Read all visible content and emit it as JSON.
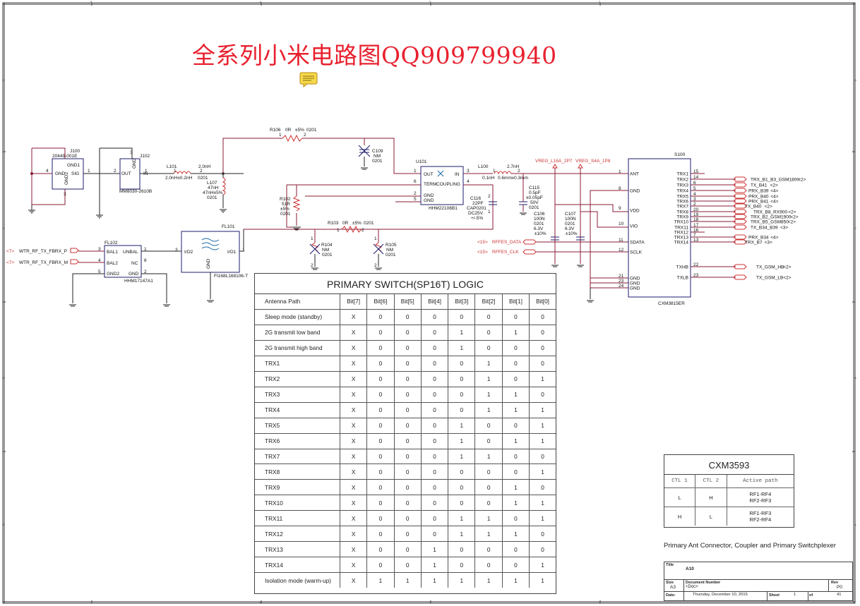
{
  "watermark": "全系列小米电路图QQ909799940",
  "frame": {
    "top_labels": [
      "5",
      "4",
      "3",
      "2"
    ],
    "side_labels": [
      "D",
      "C",
      "B",
      "A"
    ]
  },
  "components": {
    "j100": {
      "ref": "J100",
      "part": "20449-001E",
      "pins": [
        "GND",
        "SIG",
        "GND1"
      ],
      "nums": [
        "4",
        "1",
        "3"
      ]
    },
    "j102": {
      "ref": "J102",
      "part": "MM8030-2610B",
      "pins": [
        "OUT",
        "IN",
        "GND"
      ],
      "nums": [
        "2",
        "1",
        "3"
      ]
    },
    "l101": {
      "ref": "L101",
      "v1": "2.0nH±0.2nH",
      "v2": "0201",
      "nums": [
        "1",
        "2"
      ]
    },
    "l107": {
      "ref": "L107",
      "v1": "47nH",
      "v2": "47nH±5%",
      "v3": "0201",
      "top": "2.0nH"
    },
    "r106": {
      "ref": "R106",
      "v1": "0R",
      "v2": "±5%",
      "v3": "0201",
      "nums": [
        "1",
        "2"
      ]
    },
    "c109": {
      "ref": "C109",
      "v1": "NM",
      "v2": "0201"
    },
    "u101": {
      "ref": "U101",
      "part": "HHM22106B1",
      "pins": [
        "OUT",
        "IN",
        "TERM",
        "COUPLING",
        "GND",
        "GND"
      ],
      "nums": [
        "1",
        "3",
        "6",
        "4",
        "2",
        "5"
      ]
    },
    "l100": {
      "ref": "L100",
      "v1": "0.1nH",
      "top": "2.7nH",
      "v2": "0.6mmx0.3mm",
      "nums": [
        "1",
        "2"
      ]
    },
    "r102": {
      "ref": "R102",
      "v1": "51R",
      "v2": "±5%",
      "v3": "0201"
    },
    "c116": {
      "ref": "C116",
      "v1": "22PF",
      "v2": "CAP0201",
      "v3": "DC25V",
      "v4": "+/-5%",
      "nums": [
        "1",
        "2"
      ]
    },
    "r103": {
      "ref": "R103",
      "v1": "0R",
      "v2": "±5%",
      "v3": "0201",
      "nums": [
        "1",
        "2"
      ]
    },
    "r104": {
      "ref": "R104",
      "v1": "NM",
      "v2": "0201",
      "nums": [
        "1",
        "2"
      ]
    },
    "r105": {
      "ref": "R105",
      "v1": "NM",
      "v2": "0201",
      "nums": [
        "1",
        "2"
      ]
    },
    "fl101": {
      "ref": "FL101",
      "part": "FI168L168106-T",
      "pins": [
        "I/O2",
        "I/O1",
        "GND"
      ],
      "nums": [
        "3",
        "1",
        "2"
      ]
    },
    "fl102": {
      "ref": "FL102",
      "part": "HHM17147A1",
      "pins": [
        "BAL1",
        "BAL2",
        "GND2",
        "UNBAL",
        "NC",
        "GND"
      ],
      "nums": [
        "3",
        "4",
        "5",
        "1",
        "6",
        "2"
      ]
    },
    "c115": {
      "ref": "C115",
      "v1": "0.5pF",
      "v2": "±0.05pF",
      "v3": "50V",
      "v4": "0201"
    },
    "c106": {
      "ref": "C106",
      "v1": "100N",
      "v2": "0201",
      "v3": "6.3V",
      "v4": "±10%"
    },
    "c107": {
      "ref": "C107",
      "v1": "100N",
      "v2": "0201",
      "v3": "6.3V",
      "v4": "±10%"
    },
    "s100": {
      "ref": "S100",
      "part": "CXM3815ER",
      "left_pins": [
        {
          "name": "ANT",
          "num": "1"
        },
        {
          "name": "GND",
          "num": "8"
        },
        {
          "name": "VDD",
          "num": "9"
        },
        {
          "name": "VIO",
          "num": "10"
        },
        {
          "name": "SDATA",
          "num": "11"
        },
        {
          "name": "SCLK",
          "num": "12"
        },
        {
          "name": "GND",
          "num": "21"
        },
        {
          "name": "GND",
          "num": "23"
        },
        {
          "name": "GND",
          "num": "24"
        }
      ],
      "right_pins": [
        {
          "name": "TRX1",
          "num": "15"
        },
        {
          "name": "TRX2",
          "num": "14"
        },
        {
          "name": "TRX3",
          "num": "6"
        },
        {
          "name": "TRX4",
          "num": "5"
        },
        {
          "name": "TRX5",
          "num": "4"
        },
        {
          "name": "TRX6",
          "num": "3"
        },
        {
          "name": "TRX7",
          "num": "2"
        },
        {
          "name": "TRX8",
          "num": "20"
        },
        {
          "name": "TRX9",
          "num": "19"
        },
        {
          "name": "TRX10",
          "num": "18"
        },
        {
          "name": "TRX11",
          "num": "17"
        },
        {
          "name": "TRX12",
          "num": "16"
        },
        {
          "name": "TRX13",
          "num": "7"
        },
        {
          "name": "TRX14",
          "num": "13"
        },
        {
          "name": "TXHB",
          "num": "22"
        },
        {
          "name": "TXLB",
          "num": "23"
        }
      ]
    }
  },
  "nets": {
    "vreg1": "VREG_L16A_2P7",
    "vreg2": "VREG_S4A_1P8",
    "rffe_data": "RFFES_DATA",
    "rffe_clk": "RFFES_CLK",
    "rffe_ref": "<15>",
    "wtr1": "WTR_RF_TX_FBRX_P",
    "wtr2": "WTR_RF_TX_FBRX_M",
    "wtr_ref": "<7>",
    "right_nets": [
      {
        "name": "TRX_B1_B3_GSM1800",
        "ref": "<2>"
      },
      {
        "name": "TX_B41",
        "ref": "<2>"
      },
      {
        "name": "PRX_B39",
        "ref": "<4>"
      },
      {
        "name": "PRX_B40",
        "ref": "<4>"
      },
      {
        "name": "PRX_B41",
        "ref": "<4>"
      },
      {
        "name": "TX_B40",
        "ref": "<2>"
      },
      {
        "name": "TRX_B8_RX900",
        "ref": "<2>"
      },
      {
        "name": "TRX_B2_GSM1900",
        "ref": "<2>"
      },
      {
        "name": "TRX_B5_GSM850",
        "ref": "<2>"
      },
      {
        "name": "TX_B34_B39",
        "ref": "<3>"
      },
      {
        "name": "PRX_B34",
        "ref": "<4>"
      },
      {
        "name": "TRX_B7",
        "ref": "<3>"
      },
      {
        "name": "TX_GSM_HB",
        "ref": "<2>"
      },
      {
        "name": "TX_GSM_LB",
        "ref": "<2>"
      }
    ]
  },
  "logic_table": {
    "title": "PRIMARY SWITCH(SP16T) LOGIC",
    "headers": [
      "Antenna Path",
      "Bit[7]",
      "Bit[6]",
      "Bit[5]",
      "Bit[4]",
      "Bit[3]",
      "Bit[2]",
      "Bit[1]",
      "Bit[0]"
    ],
    "rows": [
      [
        "Sleep mode (standby)",
        "X",
        "0",
        "0",
        "0",
        "0",
        "0",
        "0",
        "0"
      ],
      [
        "2G transmit low band",
        "X",
        "0",
        "0",
        "0",
        "1",
        "0",
        "1",
        "0"
      ],
      [
        "2G transmit high band",
        "X",
        "0",
        "0",
        "0",
        "1",
        "0",
        "0",
        "0"
      ],
      [
        "TRX1",
        "X",
        "0",
        "0",
        "0",
        "0",
        "1",
        "0",
        "0"
      ],
      [
        "TRX2",
        "X",
        "0",
        "0",
        "0",
        "0",
        "1",
        "0",
        "1"
      ],
      [
        "TRX3",
        "X",
        "0",
        "0",
        "0",
        "0",
        "1",
        "1",
        "0"
      ],
      [
        "TRX4",
        "X",
        "0",
        "0",
        "0",
        "0",
        "1",
        "1",
        "1"
      ],
      [
        "TRX5",
        "X",
        "0",
        "0",
        "0",
        "1",
        "0",
        "0",
        "1"
      ],
      [
        "TRX6",
        "X",
        "0",
        "0",
        "0",
        "1",
        "0",
        "1",
        "1"
      ],
      [
        "TRX7",
        "X",
        "0",
        "0",
        "0",
        "1",
        "1",
        "0",
        "0"
      ],
      [
        "TRX8",
        "X",
        "0",
        "0",
        "0",
        "0",
        "0",
        "0",
        "1"
      ],
      [
        "TRX9",
        "X",
        "0",
        "0",
        "0",
        "0",
        "0",
        "1",
        "0"
      ],
      [
        "TRX10",
        "X",
        "0",
        "0",
        "0",
        "0",
        "0",
        "1",
        "1"
      ],
      [
        "TRX11",
        "X",
        "0",
        "0",
        "0",
        "1",
        "1",
        "0",
        "1"
      ],
      [
        "TRX12",
        "X",
        "0",
        "0",
        "0",
        "1",
        "1",
        "1",
        "0"
      ],
      [
        "TRX13",
        "X",
        "0",
        "0",
        "1",
        "0",
        "0",
        "0",
        "0"
      ],
      [
        "TRX14",
        "X",
        "0",
        "0",
        "1",
        "0",
        "0",
        "0",
        "1"
      ],
      [
        "Isolation mode (warm-up)",
        "X",
        "1",
        "1",
        "1",
        "1",
        "1",
        "1",
        "1"
      ]
    ]
  },
  "cxm_table": {
    "title": "CXM3593",
    "headers": [
      "CTL 1",
      "CTL 2",
      "Active path"
    ],
    "rows": [
      [
        "L",
        "H",
        "RF1-RF4\nRF2-RF3"
      ],
      [
        "H",
        "L",
        "RF1-RF3\nRF2-RF4"
      ]
    ]
  },
  "caption": "Primary Ant Connector, Coupler and Primary Switchplexer",
  "title_block": {
    "title_label": "Title",
    "title_value": "A10",
    "size_label": "Size",
    "size_value": "A3",
    "docnum_label": "Document Number",
    "docnum_value": "<Doc>",
    "rev_label": "Rev",
    "rev_value": "P0",
    "date_label": "Date:",
    "date_value": "Thursday, December 10, 2015",
    "sheet_label": "Sheet",
    "sheet_value": "1",
    "of_label": "of",
    "of_value": "41"
  }
}
